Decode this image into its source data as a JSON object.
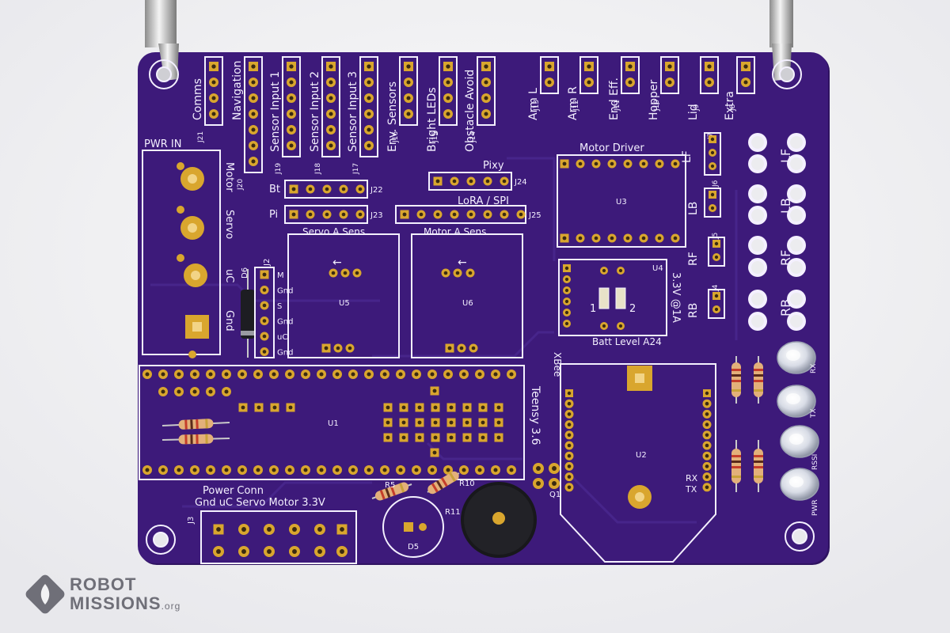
{
  "board": {
    "colors": {
      "pcb": "#3d1a7a",
      "pcb_dark": "#2f1361",
      "silk": "#f4f0ff",
      "gold": "#d9a62e",
      "background": "#f2f2f4"
    },
    "headers_top": [
      "Comms",
      "Navigation",
      "Sensor Input 1",
      "Sensor Input 2",
      "Sensor Input 3",
      "Env. Sensors",
      "Bright LEDs",
      "Obstacle Avoid",
      "Arm L",
      "Arm R",
      "End Eff.",
      "Hopper",
      "Lid",
      "Extra"
    ],
    "header_refs": [
      "J21",
      "J20",
      "J19",
      "J18",
      "J17",
      "J16",
      "J15",
      "J14",
      "J13",
      "J12",
      "J11",
      "J10",
      "J9",
      "J8"
    ],
    "pwr_in": "PWR IN",
    "pwr_labels": [
      "Motor",
      "Servo",
      "uC",
      "Gnd"
    ],
    "j2": {
      "ref": "J2",
      "pins": [
        "M",
        "Gnd",
        "S",
        "Gnd",
        "uC",
        "Gnd"
      ]
    },
    "d6": "D6",
    "bt": {
      "label": "Bt",
      "ref": "J22"
    },
    "pi": {
      "label": "Pi",
      "ref": "J23"
    },
    "pixy": {
      "label": "Pixy",
      "ref": "J24"
    },
    "lora": {
      "label": "LoRA / SPI",
      "ref": "J25"
    },
    "servo_sens": {
      "label": "Servo A Sens.",
      "ref": "U5"
    },
    "motor_sens": {
      "label": "Motor A Sens.",
      "ref": "U6"
    },
    "motor_driver": {
      "label": "Motor Driver",
      "ref": "U3"
    },
    "u4": {
      "ref": "U4",
      "label": "3.3V @1A",
      "ch1": "1",
      "ch2": "2"
    },
    "batt": "Batt Level A24",
    "xbee": {
      "label": "XBee",
      "ref": "U2",
      "rx": "RX",
      "tx": "TX"
    },
    "teensy": {
      "label": "Teensy 3.6",
      "ref": "U1"
    },
    "power_conn": {
      "title": "Power Conn",
      "labels": "Gnd  uC Servo Motor 3.3V",
      "ref": "J3"
    },
    "d5": "D5",
    "right_labels": {
      "lf": "LF",
      "lb": "LB",
      "rf": "RF",
      "rb": "RB"
    },
    "right_refs": {
      "j7": "J7",
      "j6": "J6",
      "j5": "J5",
      "j4": "J4"
    },
    "led_labels": [
      "RX",
      "TX",
      "RSSI",
      "PWR"
    ],
    "misc_refs": [
      "R5",
      "R10",
      "R11",
      "Q1"
    ],
    "watermark": {
      "line1": "ROBOT",
      "line2": "MISSIONS",
      "suffix": ".org"
    }
  }
}
